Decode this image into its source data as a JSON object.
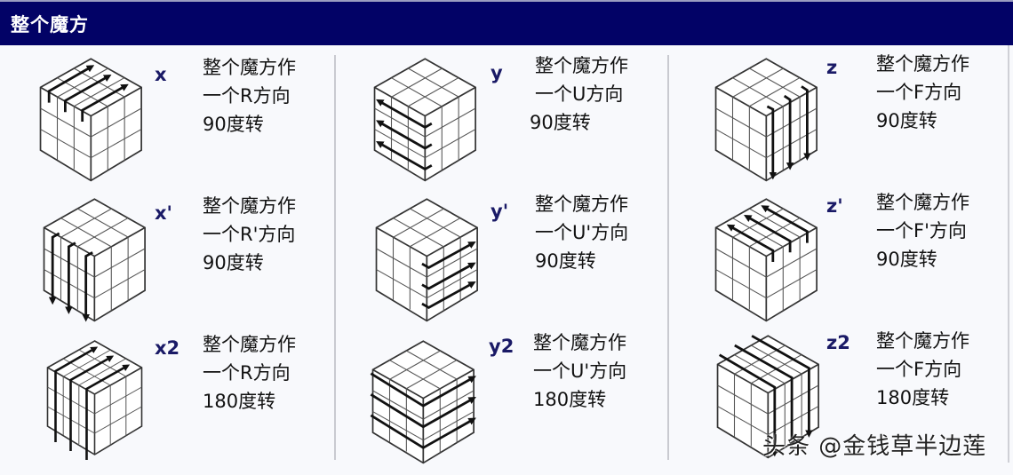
{
  "header": {
    "title": "整个魔方"
  },
  "colors": {
    "header_bg": "#020266",
    "label": "#1a1a66",
    "body_bg": "#f8f9fc",
    "divider": "#c9cad0"
  },
  "moves": [
    {
      "label": "x",
      "lines": [
        "整个魔方作",
        "一个R方向",
        "90度转"
      ],
      "icon": "cube-rotate-x-icon",
      "arrows": "top-right-up"
    },
    {
      "label": "y",
      "lines": [
        "整个魔方作",
        "一个U方向",
        "90度转"
      ],
      "icon": "cube-rotate-y-icon",
      "arrows": "front-left"
    },
    {
      "label": "z",
      "lines": [
        "整个魔方作",
        "一个F方向",
        "90度转"
      ],
      "icon": "cube-rotate-z-icon",
      "arrows": "right-down"
    },
    {
      "label": "x'",
      "lines": [
        "整个魔方作",
        "一个R'方向",
        "90度转"
      ],
      "icon": "cube-rotate-x-prime-icon",
      "arrows": "front-down"
    },
    {
      "label": "y'",
      "lines": [
        "整个魔方作",
        "一个U'方向",
        "90度转"
      ],
      "icon": "cube-rotate-y-prime-icon",
      "arrows": "right-right"
    },
    {
      "label": "z'",
      "lines": [
        "整个魔方作",
        "一个F'方向",
        "90度转"
      ],
      "icon": "cube-rotate-z-prime-icon",
      "arrows": "top-left-up"
    },
    {
      "label": "x2",
      "lines": [
        "整个魔方作",
        "一个R方向",
        "180度转"
      ],
      "icon": "cube-rotate-x2-icon",
      "arrows": "wrap-x"
    },
    {
      "label": "y2",
      "lines": [
        "整个魔方作",
        "一个U'方向",
        "180度转"
      ],
      "icon": "cube-rotate-y2-icon",
      "arrows": "wrap-y"
    },
    {
      "label": "z2",
      "lines": [
        "整个魔方作",
        "一个F方向",
        "180度转"
      ],
      "icon": "cube-rotate-z2-icon",
      "arrows": "wrap-z"
    }
  ],
  "watermark": "头条 @金钱草半边莲"
}
